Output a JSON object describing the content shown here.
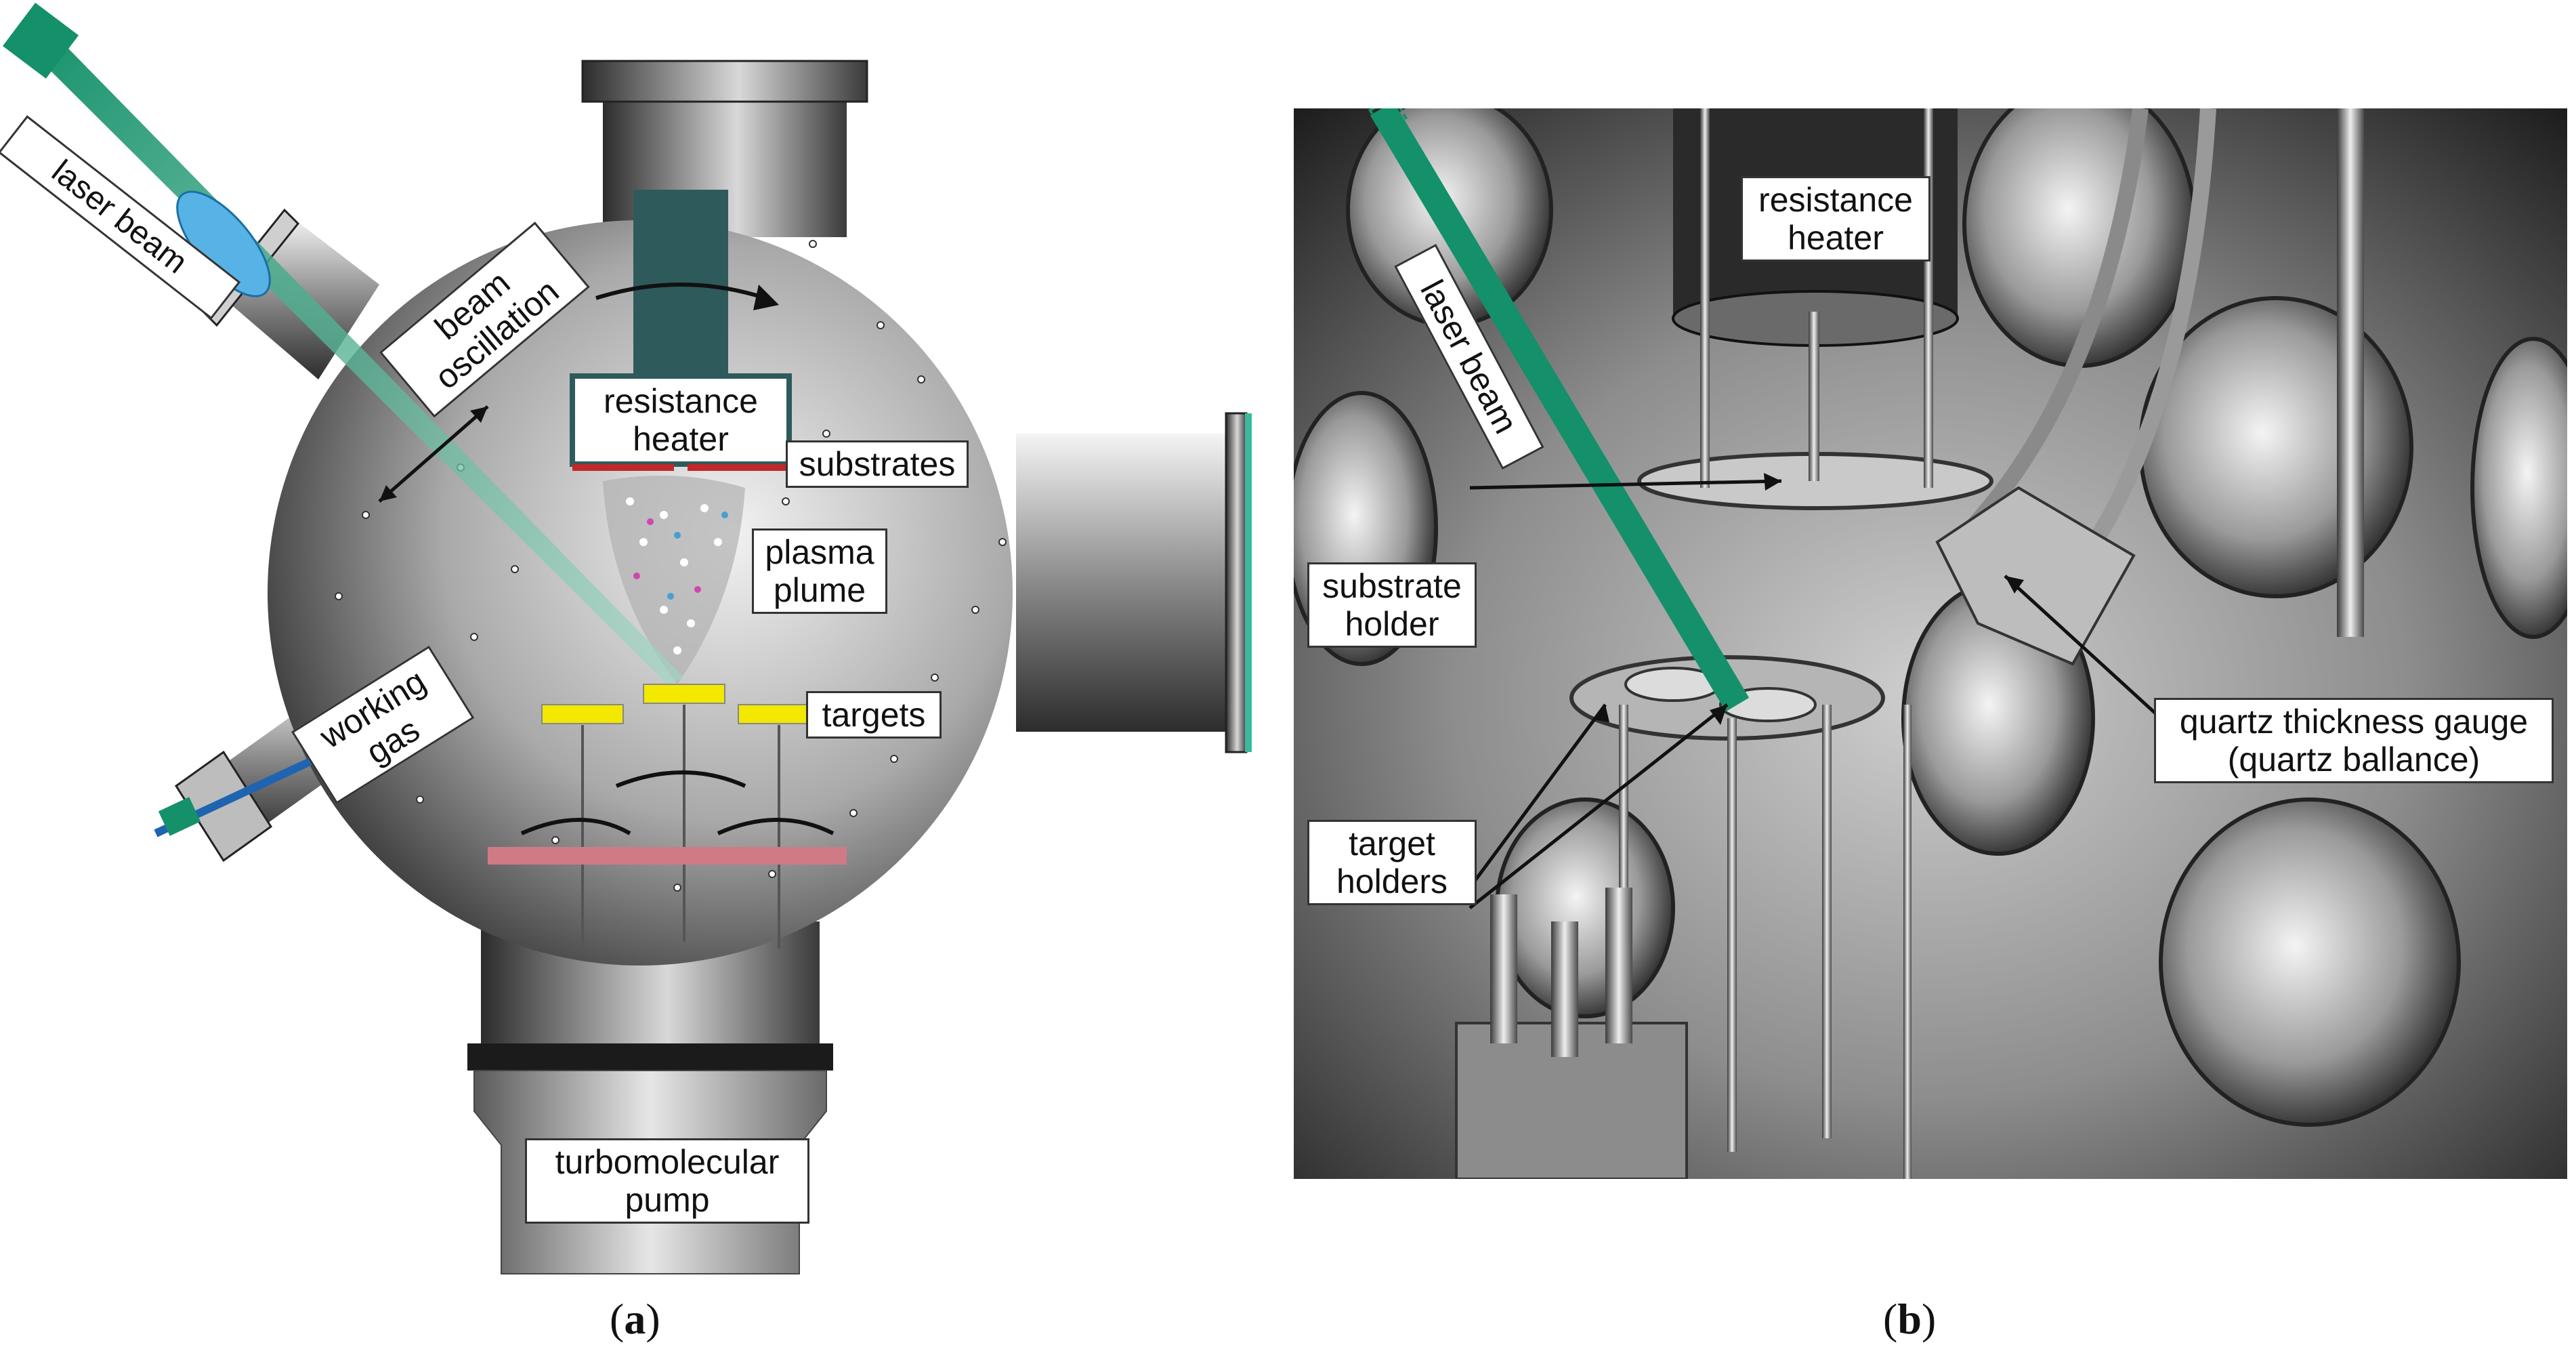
{
  "panel_a": {
    "labels": {
      "laser_beam": "laser beam",
      "beam_oscillation_line1": "beam",
      "beam_oscillation_line2": "oscillation",
      "resistance_heater_line1": "resistance",
      "resistance_heater_line2": "heater",
      "substrates": "substrates",
      "plasma_plume_line1": "plasma",
      "plasma_plume_line2": "plume",
      "working_gas_line1": "working",
      "working_gas_line2": "gas",
      "targets": "targets",
      "turbomolecular_pump_line1": "turbomolecular",
      "turbomolecular_pump_line2": "pump"
    },
    "caption_open": "(",
    "caption_letter": "a",
    "caption_close": ")",
    "colors": {
      "laser": "#1a9a72",
      "heater": "#2f5a5c",
      "substrate": "#c0282a",
      "target": "#f2e800",
      "gas_line": "#1f64b0",
      "rail": "#d07a86"
    }
  },
  "panel_b": {
    "labels": {
      "resistance_heater_line1": "resistance",
      "resistance_heater_line2": "heater",
      "laser_beam": "laser beam",
      "substrate_holder_line1": "substrate",
      "substrate_holder_line2": "holder",
      "quartz_gauge_line1": "quartz thickness gauge",
      "quartz_gauge_line2": "(quartz ballance)",
      "target_holders_line1": "target",
      "target_holders_line2": "holders"
    },
    "caption_open": "(",
    "caption_letter": "b",
    "caption_close": ")"
  }
}
